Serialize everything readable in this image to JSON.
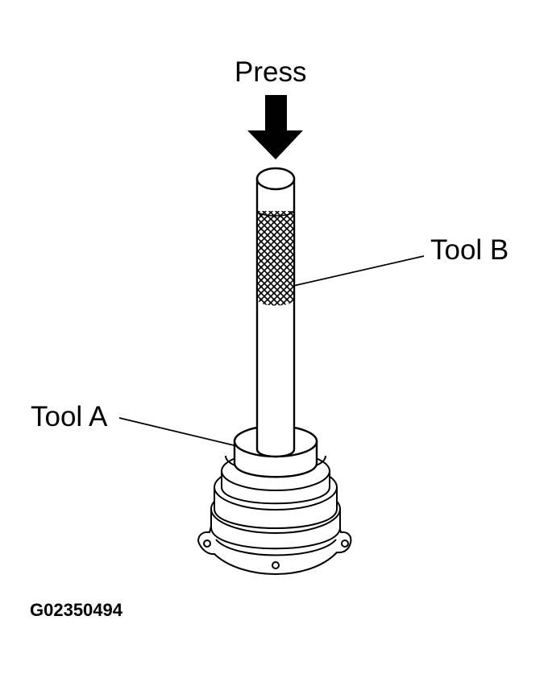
{
  "labels": {
    "press": "Press",
    "tool_b": "Tool B",
    "tool_a": "Tool A"
  },
  "figure_id": "G02350494",
  "colors": {
    "ink": "#000000",
    "paper": "#ffffff"
  },
  "icons": {
    "press_arrow": "arrow-down-icon"
  }
}
